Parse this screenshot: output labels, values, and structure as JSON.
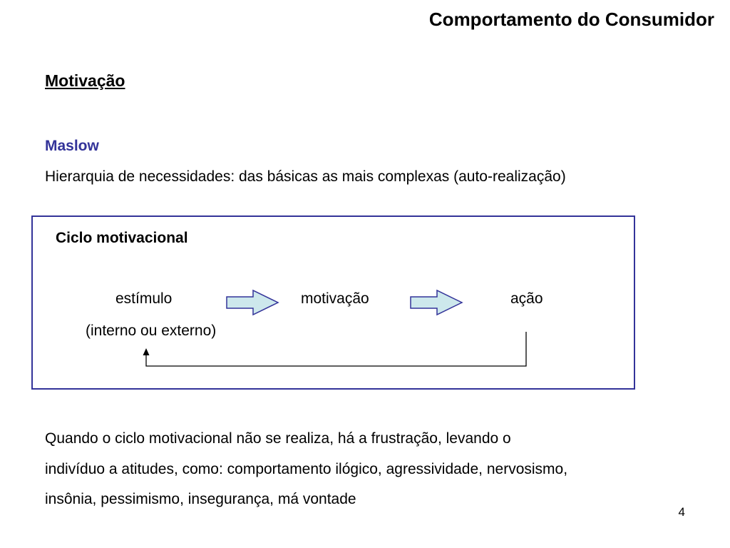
{
  "header": {
    "title": "Comportamento do Consumidor"
  },
  "section": {
    "heading": "Motivação",
    "subheading": "Maslow",
    "description": "Hierarquia de necessidades: das básicas as mais complexas (auto-realização)"
  },
  "cycle": {
    "title": "Ciclo motivacional",
    "steps": [
      "estímulo",
      "motivação",
      "ação"
    ],
    "note": "(interno ou externo)",
    "arrow_fill": "#cde8ec",
    "arrow_stroke": "#333399",
    "box_border": "#333399"
  },
  "conclusion": {
    "lines": [
      "Quando o ciclo motivacional não se realiza, há a frustração, levando o",
      "indivíduo a atitudes, como: comportamento ilógico, agressividade, nervosismo,",
      "insônia, pessimismo, insegurança, má vontade"
    ]
  },
  "footer": {
    "page_number": "4"
  }
}
